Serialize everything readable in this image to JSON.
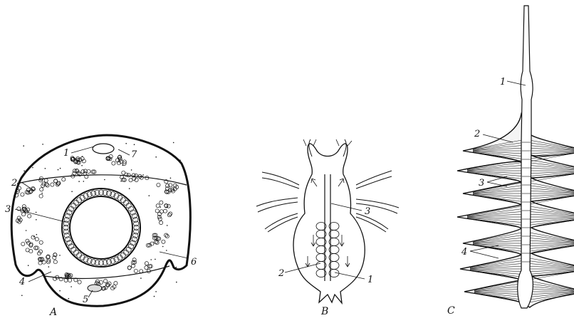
{
  "panels": {
    "a": {
      "label": "A",
      "callouts": [
        "1",
        "7",
        "2",
        "3",
        "6",
        "4",
        "5"
      ]
    },
    "b": {
      "label": "B",
      "callouts": [
        "3",
        "2",
        "1"
      ]
    },
    "c": {
      "label": "C",
      "callouts": [
        "1",
        "2",
        "3",
        "4"
      ]
    }
  }
}
